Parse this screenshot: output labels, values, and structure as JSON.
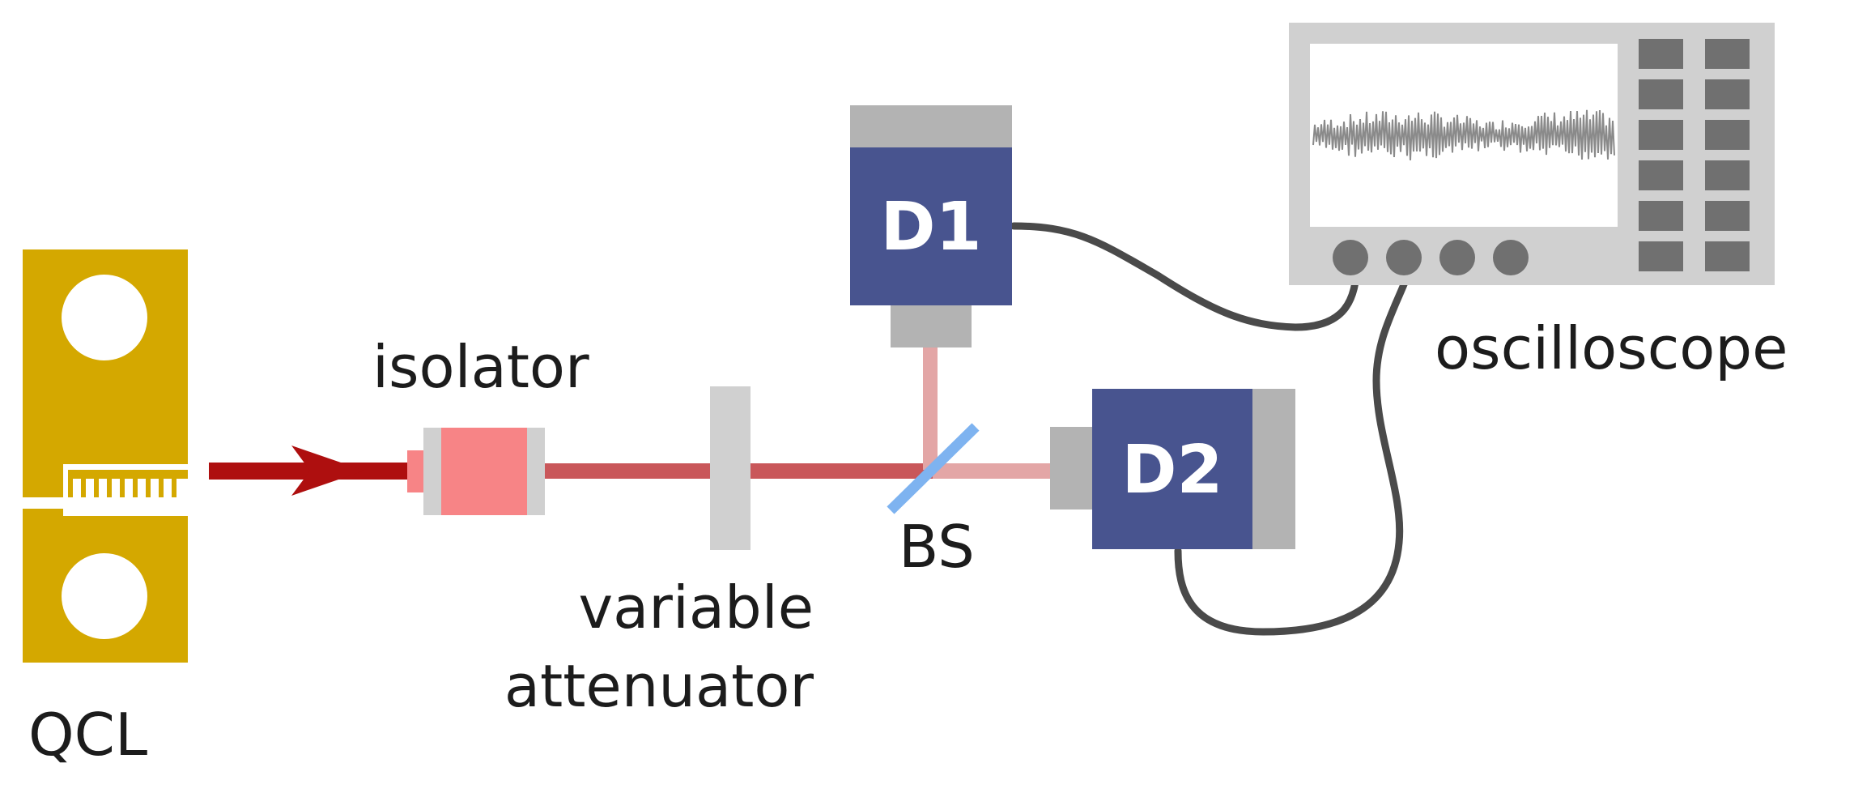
{
  "labels": {
    "qcl": "QCL",
    "isolator": "isolator",
    "attenuator_line1": "variable",
    "attenuator_line2": "attenuator",
    "beamsplitter": "BS",
    "detector1": "D1",
    "detector2": "D2",
    "oscilloscope": "oscilloscope"
  },
  "icons": {
    "qcl": "qcl-mount-icon",
    "isolator": "isolator-icon",
    "attenuator": "attenuator-plate-icon",
    "beamsplitter": "beamsplitter-icon",
    "detector": "detector-icon",
    "oscilloscope": "oscilloscope-icon"
  },
  "colors": {
    "qcl_gold": "#D4A800",
    "beam_dark": "#AE0F0F",
    "beam_mid": "#C9575A",
    "beam_light": "#E3A6A6",
    "isolator_pink": "#F78486",
    "detector_blue": "#48548F",
    "beamsplitter_blue": "#7EB3F0",
    "gray_light": "#D0D0D0",
    "gray_mid": "#B3B3B3",
    "gray_dark": "#707070",
    "cable": "#4A4A4A",
    "trace": "#8A8A8A"
  }
}
